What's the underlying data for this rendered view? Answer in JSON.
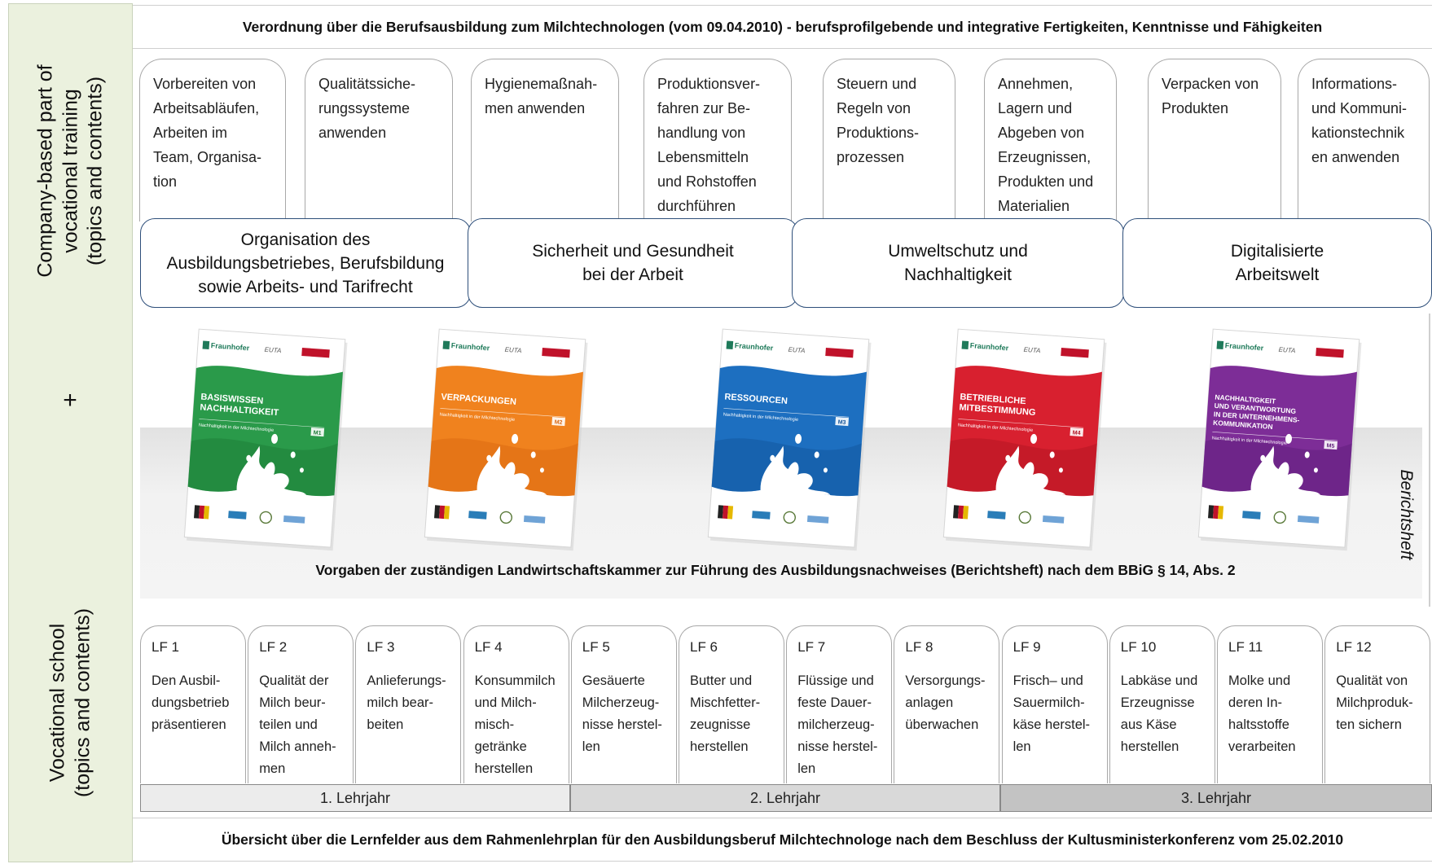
{
  "side_labels": {
    "company": [
      "Company-based part of",
      "vocational  training",
      "(topics and contents)"
    ],
    "plus": "+",
    "school": [
      "Vocational school",
      "(topics and contents)"
    ]
  },
  "top_banner": "Verordnung über die Berufsausbildung zum Milchtechnologen (vom 09.04.2010) - berufsprofilgebende und integrative Fertigkeiten, Kenntnisse und Fähigkeiten",
  "skill_cards": [
    "Vorbereiten von\nArbeitsabläufen,\nArbeiten im\nTeam, Organisa-\ntion",
    "Qualitätssiche-\nrungssysteme\nanwenden",
    "Hygienemaßnah-\nmen anwenden",
    "Produktionsver-\nfahren zur Be-\nhandlung von\nLebensmitteln\nund Rohstoffen\ndurchführen",
    "Steuern und\nRegeln von\nProduktions-\nprozessen",
    "Annehmen,\nLagern und\nAbgeben von\nErzeugnissen,\nProdukten und\nMaterialien",
    "Verpacken von\nProdukten",
    "Informations-\nund Kommuni-\nkationstechnik\nen anwenden"
  ],
  "theme_boxes": [
    "Organisation des\nAusbildungsbetriebes, Berufsbildung\nsowie Arbeits- und Tarifrecht",
    "Sicherheit und Gesundheit\nbei der Arbeit",
    "Umweltschutz und\nNachhaltigkeit",
    "Digitalisierte\nArbeitswelt"
  ],
  "booklets": [
    {
      "title_lines": [
        "BASISWISSEN",
        "NACHHALTIGKEIT"
      ],
      "subtitle": "Nachhaltigkeit in der Milchtechnologie",
      "module": "M1",
      "color": "#2a9a4a",
      "color_dark": "#1b7a36"
    },
    {
      "title_lines": [
        "VERPACKUNGEN"
      ],
      "subtitle": "Nachhaltigkeit in der Milchtechnologie",
      "module": "M2",
      "color": "#f0821e",
      "color_dark": "#d8650f"
    },
    {
      "title_lines": [
        "RESSOURCEN"
      ],
      "subtitle": "Nachhaltigkeit in der Milchtechnologie",
      "module": "M3",
      "color": "#1d6fc0",
      "color_dark": "#12539a"
    },
    {
      "title_lines": [
        "BETRIEBLICHE",
        "MITBESTIMMUNG"
      ],
      "subtitle": "Nachhaltigkeit in der Milchtechnologie",
      "module": "M4",
      "color": "#d8202f",
      "color_dark": "#b01322"
    },
    {
      "title_lines": [
        "NACHHALTIGKEIT",
        "UND VERANTWORTUNG",
        "IN DER UNTERNEHMENS-",
        "KOMMUNIKATION"
      ],
      "subtitle": "Nachhaltigkeit in der Milchtechnologie",
      "module": "M5",
      "color": "#7d2d97",
      "color_dark": "#5e1c78"
    }
  ],
  "booklet_header": {
    "brand": "Fraunhofer",
    "partner": "EUTA"
  },
  "berichtsheft_label": "Berichtsheft",
  "vorgaben_text": "Vorgaben der zuständigen Landwirtschaftskammer zur Führung des Ausbildungsnachweises (Berichtsheft) nach dem BBiG § 14, Abs. 2",
  "learning_fields": [
    {
      "code": "LF 1",
      "text": "Den Ausbil-\ndungsbetrieb\npräsentieren"
    },
    {
      "code": "LF 2",
      "text": "Qualität der\nMilch beur-\nteilen und\nMilch anneh-\nmen"
    },
    {
      "code": "LF 3",
      "text": "Anlieferungs-\nmilch bear-\nbeiten"
    },
    {
      "code": "LF 4",
      "text": "Konsummilch\nund Milch-\nmisch-\ngetränke\nherstellen"
    },
    {
      "code": "LF 5",
      "text": "Gesäuerte\nMilcherzeug-\nnisse herstel-\nlen"
    },
    {
      "code": "LF 6",
      "text": "Butter und\nMischfetter-\nzeugnisse\nherstellen"
    },
    {
      "code": "LF 7",
      "text": "Flüssige und\nfeste Dauer-\nmilcherzeug-\nnisse herstel-\nlen"
    },
    {
      "code": "LF 8",
      "text": "Versorgungs-\nanlagen\nüberwachen"
    },
    {
      "code": "LF 9",
      "text": "Frisch– und\nSauermilch-\nkäse herstel-\nlen"
    },
    {
      "code": "LF 10",
      "text": "Labkäse und\nErzeugnisse\naus Käse\nherstellen"
    },
    {
      "code": "LF 11",
      "text": "Molke und\nderen In-\nhaltsstoffe\nverarbeiten"
    },
    {
      "code": "LF 12",
      "text": "Qualität von\nMilchproduk-\nten sichern"
    }
  ],
  "years": [
    "1. Lehrjahr",
    "2. Lehrjahr",
    "3. Lehrjahr"
  ],
  "bottom_banner": "Übersicht über die Lernfelder aus dem Rahmenlehrplan für den Ausbildungsberuf Milchtechnologe nach dem Beschluss der Kultusministerkonferenz vom 25.02.2010"
}
